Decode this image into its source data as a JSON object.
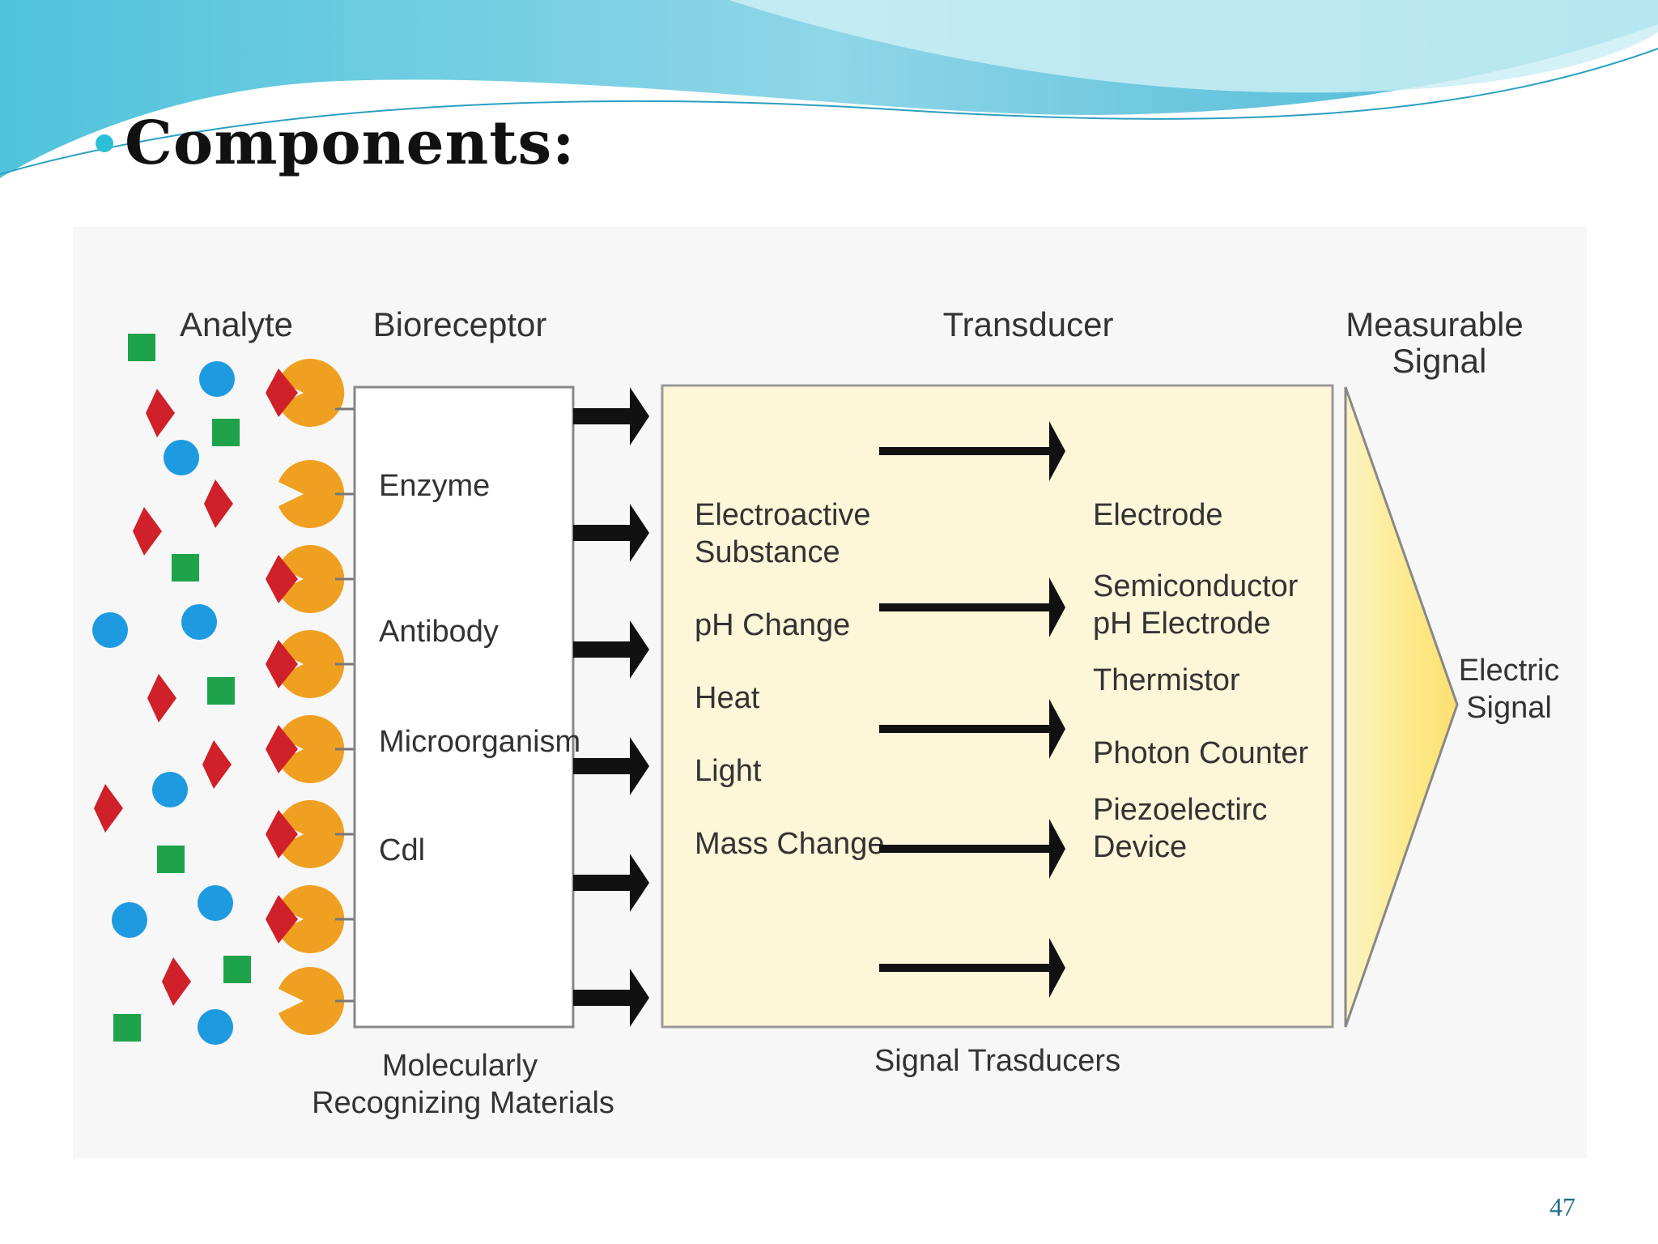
{
  "slide": {
    "title": "Components:",
    "page_number": "47"
  },
  "diagram": {
    "headers": {
      "analyte": "Analyte",
      "bioreceptor": "Bioreceptor",
      "transducer": "Transducer",
      "measurable_signal": [
        "Measurable",
        "Signal"
      ]
    },
    "bioreceptor_items": [
      "Enzyme",
      "Antibody",
      "Microorganism",
      "Cdl"
    ],
    "bioreceptor_caption": [
      "Molecularly",
      "Recognizing Materials"
    ],
    "transducer_inputs": [
      [
        "Electroactive",
        "Substance"
      ],
      [
        "pH Change"
      ],
      [
        "Heat"
      ],
      [
        "Light"
      ],
      [
        "Mass Change"
      ]
    ],
    "transducer_outputs": [
      [
        "Electrode"
      ],
      [
        "Semiconductor",
        "pH Electrode"
      ],
      [
        "Thermistor"
      ],
      [
        "Photon Counter"
      ],
      [
        "Piezoelectirc",
        "Device"
      ]
    ],
    "transducer_caption": "Signal Trasducers",
    "output_signal": [
      "Electric",
      "Signal"
    ],
    "colors": {
      "receptor": "#f0a020",
      "square": "#1ea34a",
      "circle": "#1e9be0",
      "diamond": "#d0202a",
      "transducer_fill": "#fdf6d8",
      "signal_fill": "#fde98a",
      "wave_dark": "#5cc8e0",
      "wave_light": "#a9e3ef"
    }
  }
}
